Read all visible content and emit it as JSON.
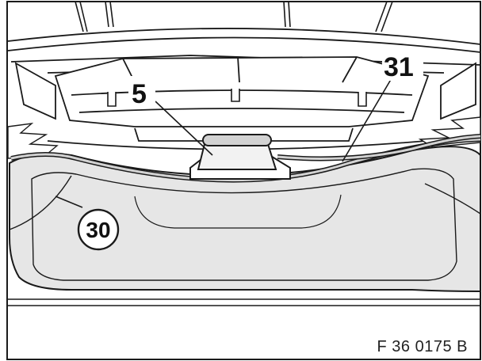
{
  "diagram": {
    "callouts": {
      "label_5": "5",
      "label_31": "31",
      "label_30": "30"
    },
    "reference_code": "F 36 0175 B"
  },
  "colors": {
    "line": "#1a1a1a",
    "bag_fill": "#e6e6e6",
    "tube_fill": "#d2d2d2",
    "background": "#ffffff"
  }
}
